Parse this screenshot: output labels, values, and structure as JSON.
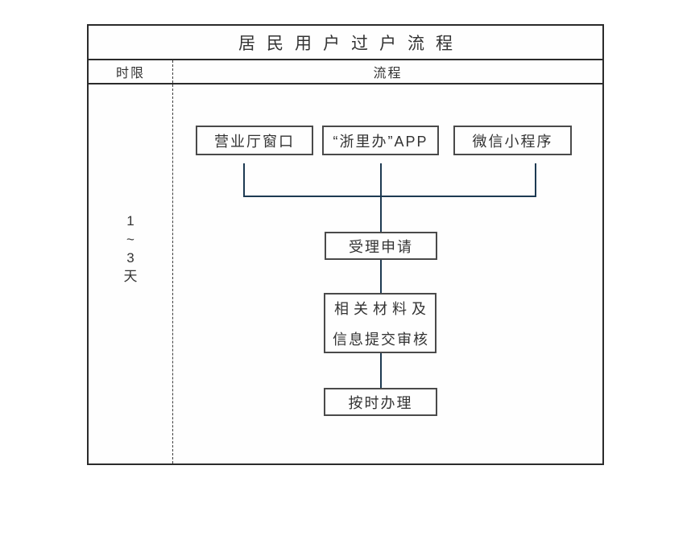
{
  "title": "居民用户过户流程",
  "header": {
    "time_label": "时限",
    "process_label": "流程"
  },
  "time_limit": {
    "lines": [
      "1",
      "~",
      "3",
      "天"
    ]
  },
  "flow": {
    "channels": [
      "营业厅窗口",
      "“浙里办”APP",
      "微信小程序"
    ],
    "accept_label": "受理申请",
    "review": {
      "line1": "相关材料及",
      "line2": "信息提交审核"
    },
    "complete_label": "按时办理"
  },
  "colors": {
    "line": "#1d3a52",
    "border-dark": "#2b2b2b",
    "border-box": "#4a4a4a",
    "border-dash": "#3c3c3c",
    "text": "#333333"
  }
}
